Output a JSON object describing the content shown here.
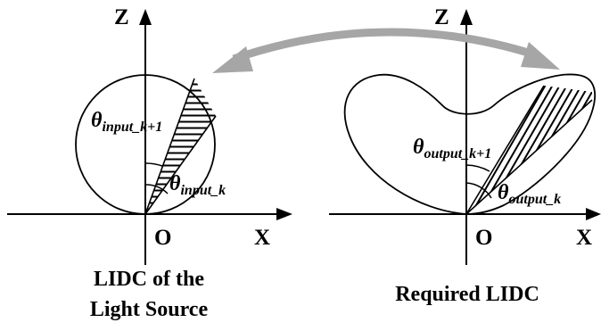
{
  "left_panel": {
    "axis_z": "Z",
    "axis_x": "X",
    "origin": "O",
    "theta_k1_symbol": "θ",
    "theta_k1_subscript": "input_k+1",
    "theta_k_symbol": "θ",
    "theta_k_subscript": "input_k",
    "caption_line1": "LIDC of the",
    "caption_line2": "Light Source"
  },
  "right_panel": {
    "axis_z": "Z",
    "axis_x": "X",
    "origin": "O",
    "theta_k1_symbol": "θ",
    "theta_k1_subscript": "output_k+1",
    "theta_k_symbol": "θ",
    "theta_k_subscript": "output_k",
    "caption": "Required LIDC"
  },
  "colors": {
    "line": "#000000",
    "mapping_arrow": "#a6a6a6",
    "background": "#ffffff"
  }
}
